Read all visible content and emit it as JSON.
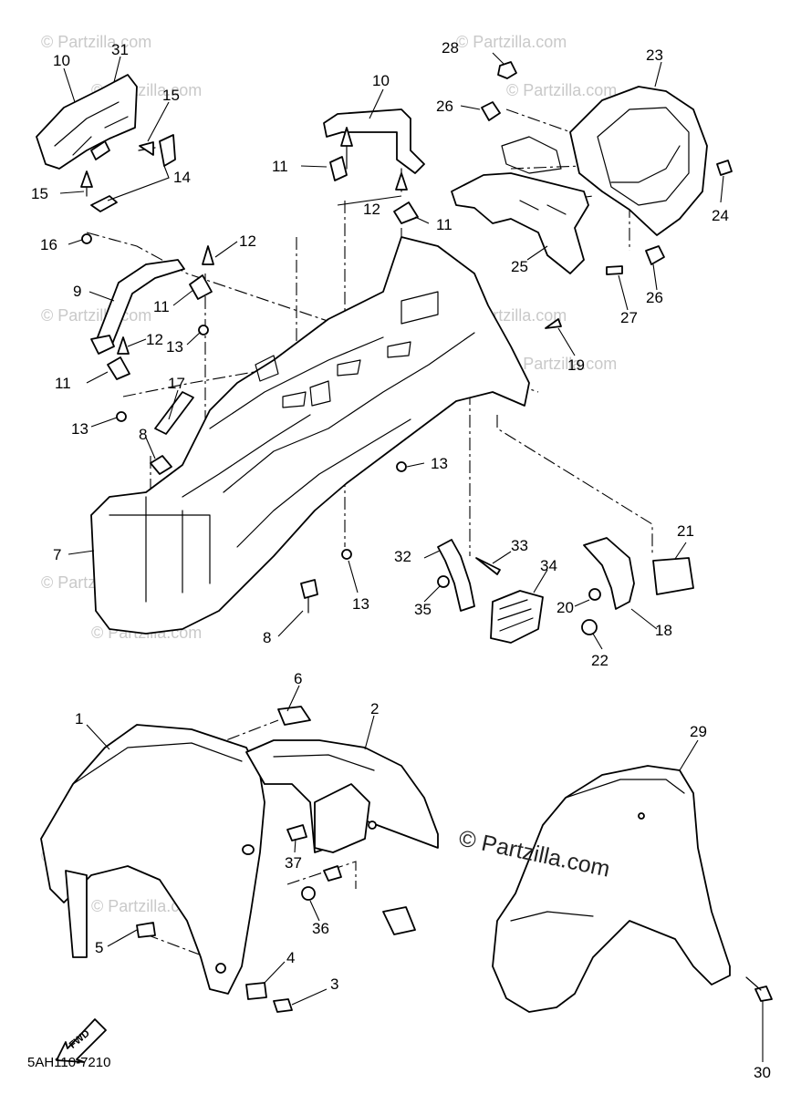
{
  "diagram": {
    "code": "5AH110-7210",
    "fwd_label": "FWD",
    "watermark_primary": "© Partzilla.com",
    "watermark_faint": "© Partzilla.com",
    "callouts": [
      {
        "id": "c31",
        "label": "31"
      },
      {
        "id": "c10a",
        "label": "10"
      },
      {
        "id": "c15a",
        "label": "15"
      },
      {
        "id": "c15b",
        "label": "15"
      },
      {
        "id": "c14",
        "label": "14"
      },
      {
        "id": "c16",
        "label": "16"
      },
      {
        "id": "c10b",
        "label": "10"
      },
      {
        "id": "c11a",
        "label": "11"
      },
      {
        "id": "c12a",
        "label": "12"
      },
      {
        "id": "c11b",
        "label": "11"
      },
      {
        "id": "c12b",
        "label": "12"
      },
      {
        "id": "c9",
        "label": "9"
      },
      {
        "id": "c11c",
        "label": "11"
      },
      {
        "id": "c12c",
        "label": "12"
      },
      {
        "id": "c13a",
        "label": "13"
      },
      {
        "id": "c11d",
        "label": "11"
      },
      {
        "id": "c13b",
        "label": "13"
      },
      {
        "id": "c17",
        "label": "17"
      },
      {
        "id": "c8a",
        "label": "8"
      },
      {
        "id": "c7",
        "label": "7"
      },
      {
        "id": "c8b",
        "label": "8"
      },
      {
        "id": "c13c",
        "label": "13"
      },
      {
        "id": "c13d",
        "label": "13"
      },
      {
        "id": "c28",
        "label": "28"
      },
      {
        "id": "c23",
        "label": "23"
      },
      {
        "id": "c26a",
        "label": "26"
      },
      {
        "id": "c24",
        "label": "24"
      },
      {
        "id": "c25",
        "label": "25"
      },
      {
        "id": "c26b",
        "label": "26"
      },
      {
        "id": "c27",
        "label": "27"
      },
      {
        "id": "c19",
        "label": "19"
      },
      {
        "id": "c21",
        "label": "21"
      },
      {
        "id": "c32",
        "label": "32"
      },
      {
        "id": "c33",
        "label": "33"
      },
      {
        "id": "c34",
        "label": "34"
      },
      {
        "id": "c35",
        "label": "35"
      },
      {
        "id": "c20",
        "label": "20"
      },
      {
        "id": "c18",
        "label": "18"
      },
      {
        "id": "c22",
        "label": "22"
      },
      {
        "id": "c6",
        "label": "6"
      },
      {
        "id": "c1",
        "label": "1"
      },
      {
        "id": "c2",
        "label": "2"
      },
      {
        "id": "c29",
        "label": "29"
      },
      {
        "id": "c37",
        "label": "37"
      },
      {
        "id": "c36",
        "label": "36"
      },
      {
        "id": "c5",
        "label": "5"
      },
      {
        "id": "c4",
        "label": "4"
      },
      {
        "id": "c3",
        "label": "3"
      },
      {
        "id": "c30",
        "label": "30"
      }
    ]
  }
}
